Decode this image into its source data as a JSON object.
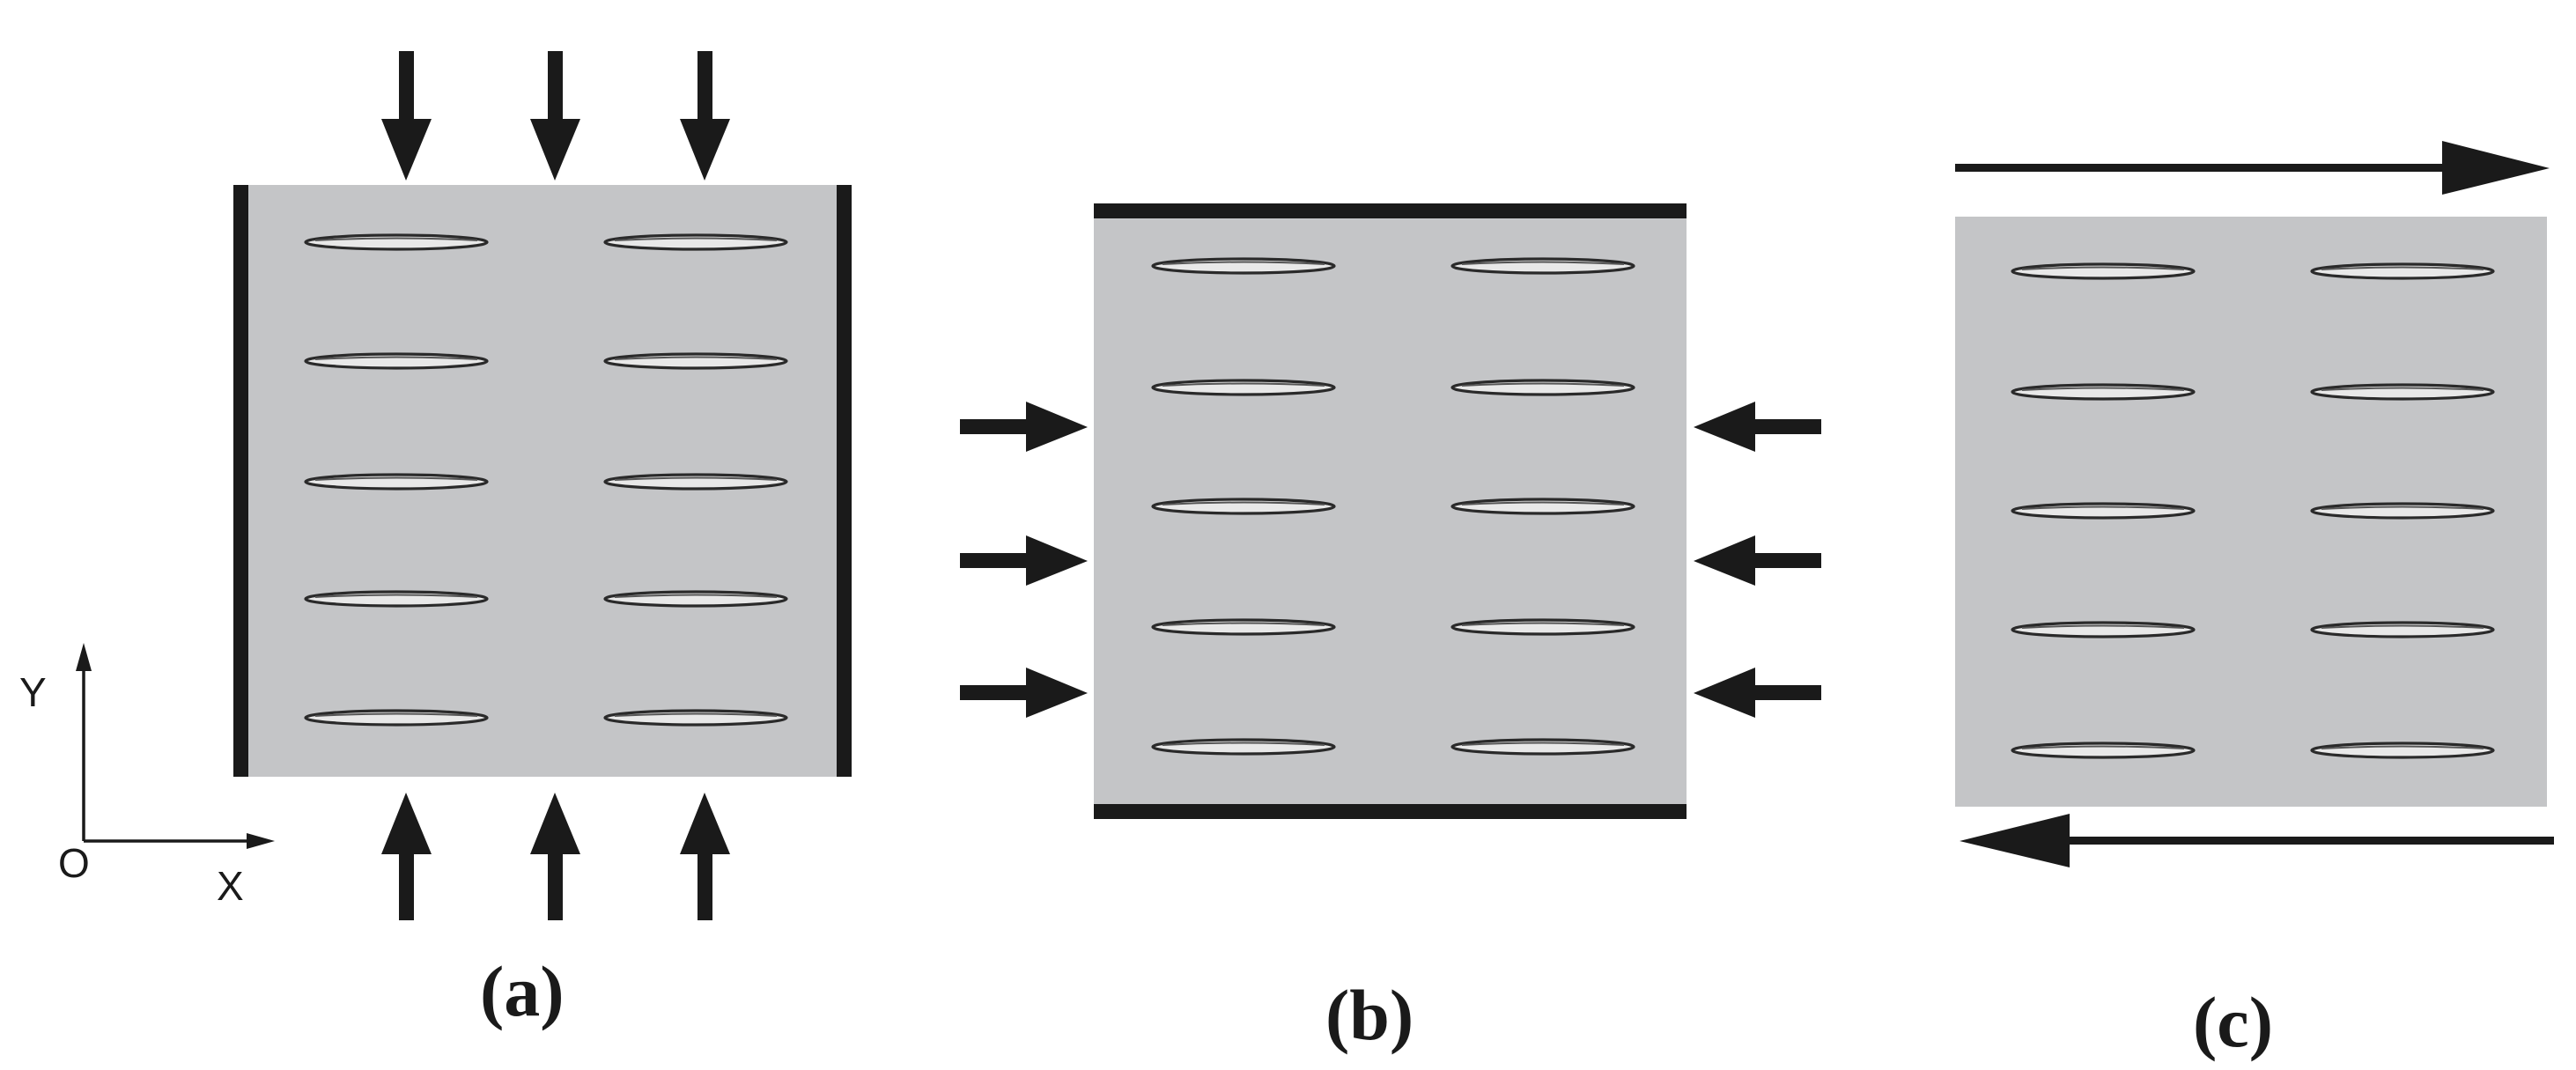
{
  "axes": {
    "y_label": "Y",
    "x_label": "X",
    "origin_label": "O"
  },
  "panels": [
    {
      "id": "a",
      "label": "(a)",
      "loading": "vertical compression, lateral walls",
      "crack_rows": 5,
      "crack_cols": 2
    },
    {
      "id": "b",
      "label": "(b)",
      "loading": "horizontal compression, top and bottom plates",
      "crack_rows": 5,
      "crack_cols": 2
    },
    {
      "id": "c",
      "label": "(c)",
      "loading": "shear",
      "crack_rows": 5,
      "crack_cols": 2
    }
  ],
  "colors": {
    "specimen_fill": "#c4c5c7",
    "ink": "#1a1a1a",
    "background": "#ffffff"
  }
}
